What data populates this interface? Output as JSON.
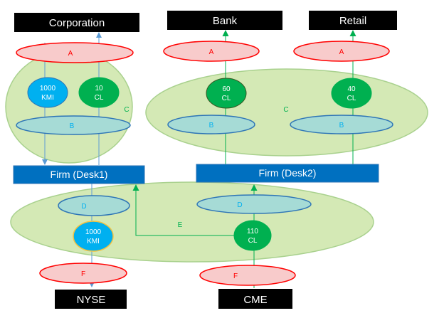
{
  "colors": {
    "black_box": "#000000",
    "firm_box": "#0070c0",
    "firm_border": "#2e75b6",
    "green_region_fill": "#d4e9b5",
    "green_region_stroke": "#a9d18e",
    "red_ellipse_fill": "#f8cbcb",
    "red_ellipse_stroke": "#ff0000",
    "teal_ellipse_fill": "#a6dbd6",
    "teal_ellipse_stroke": "#2e75b6",
    "kmi_fill": "#00b0f0",
    "cl_fill": "#00b050",
    "blue_text": "#00b0f0",
    "green_text": "#00b050",
    "red_text": "#ff0000",
    "arrow_blue": "#5b9bd5",
    "arrow_green": "#00b050"
  },
  "entities": {
    "corporation": "Corporation",
    "bank": "Bank",
    "retail": "Retail",
    "nyse": "NYSE",
    "cme": "CME",
    "firm_desk1": "Firm (Desk1)",
    "firm_desk2": "Firm (Desk2)"
  },
  "labels": {
    "A": "A",
    "B": "B",
    "C": "C",
    "D": "D",
    "E": "E",
    "F": "F"
  },
  "positions": {
    "corp_kmi": {
      "qty": "1000",
      "product": "KMI"
    },
    "corp_cl": {
      "qty": "10",
      "product": "CL"
    },
    "bank_cl": {
      "qty": "60",
      "product": "CL"
    },
    "retail_cl": {
      "qty": "40",
      "product": "CL"
    },
    "firm_kmi": {
      "qty": "1000",
      "product": "KMI"
    },
    "firm_cl": {
      "qty": "110",
      "product": "CL"
    }
  }
}
